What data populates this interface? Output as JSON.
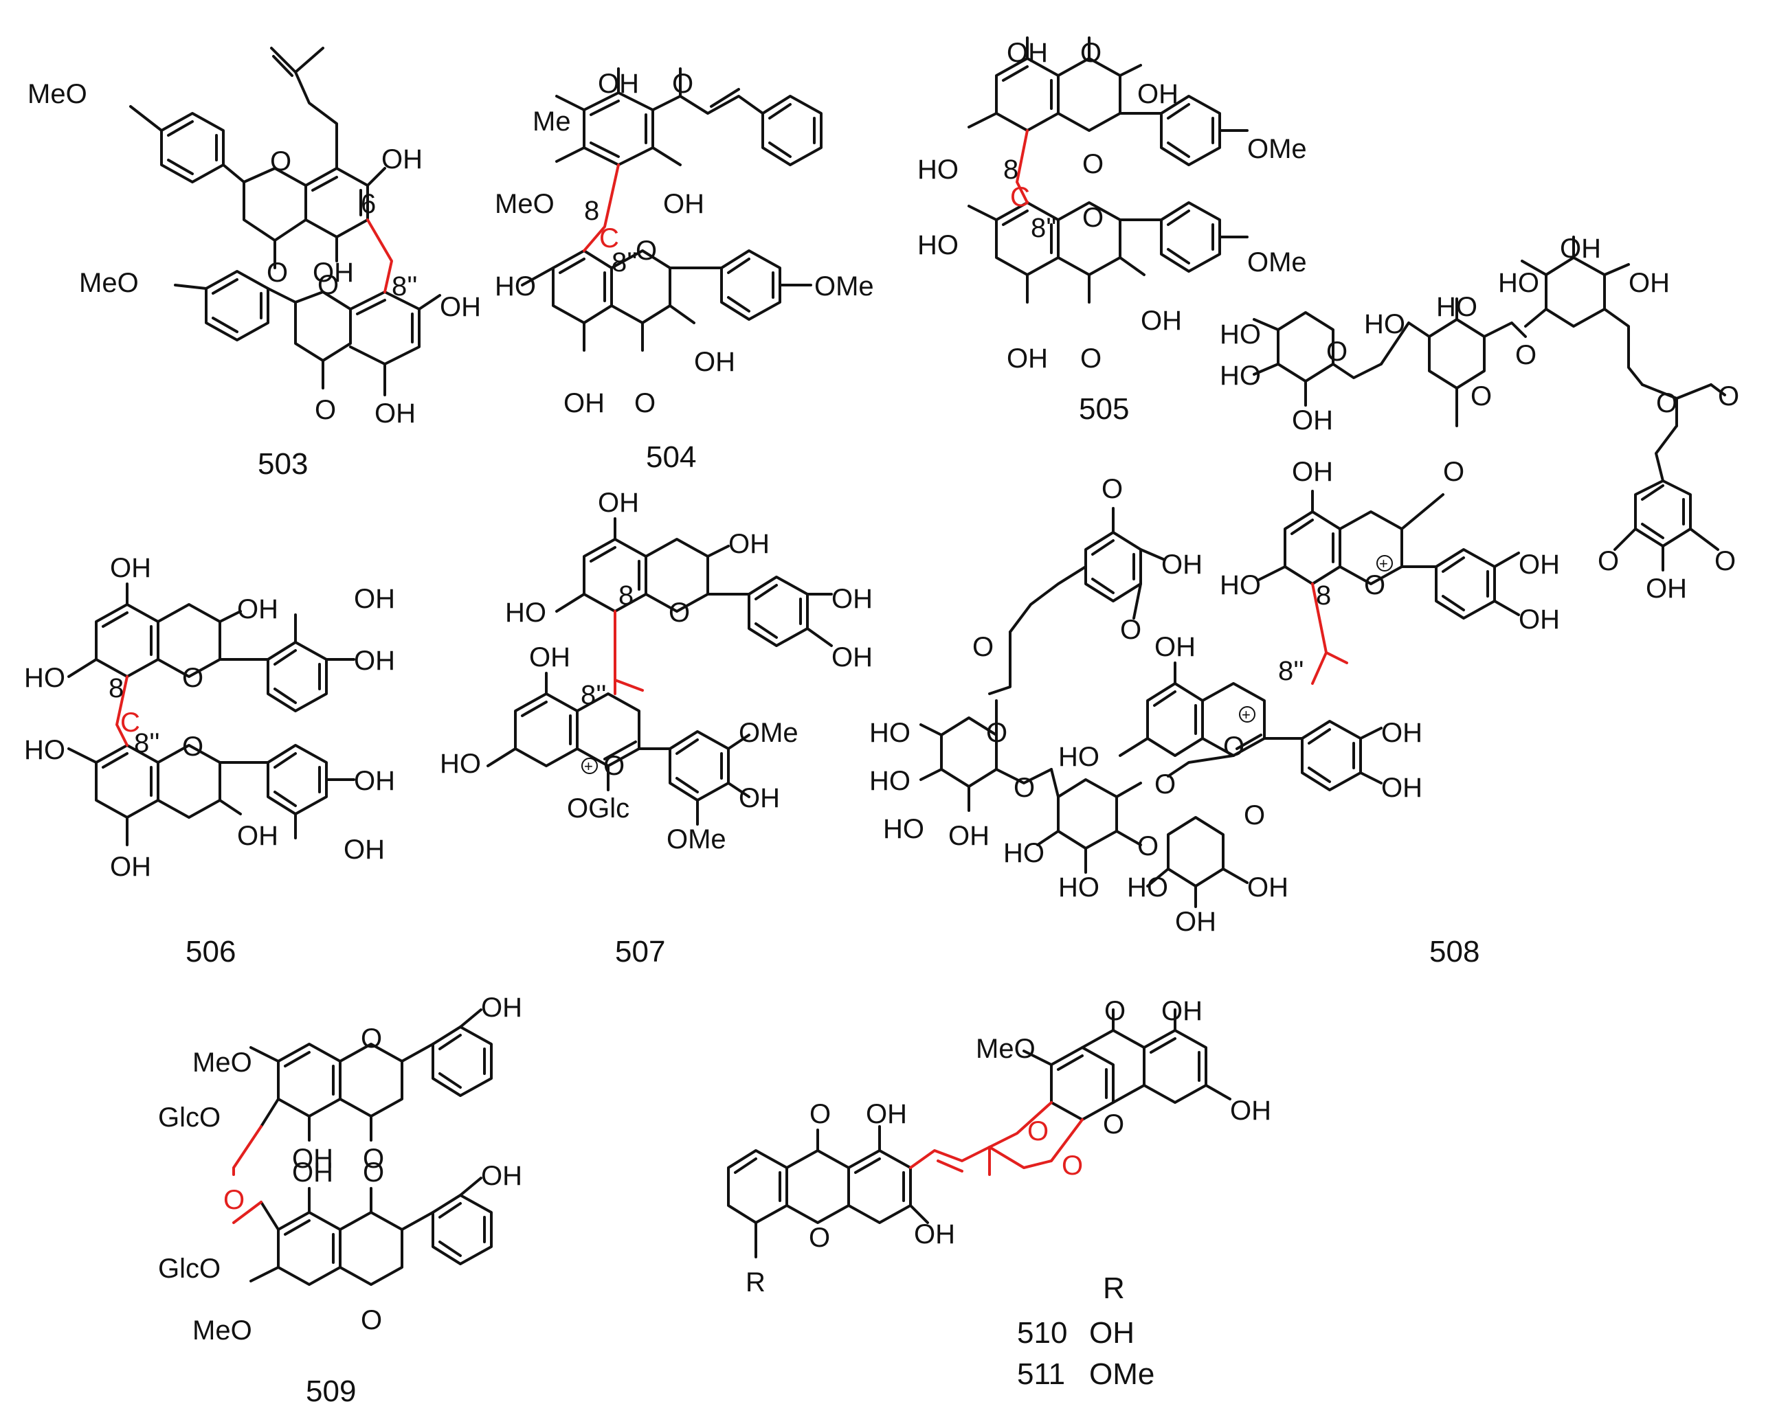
{
  "colors": {
    "ink": "#111111",
    "highlight": "#e3201e",
    "background": "#ffffff"
  },
  "compounds": [
    {
      "id": "503",
      "label": "503",
      "substituents": {
        "ome_a": "MeO",
        "ome_b": "MeO",
        "o1": "O",
        "o2": "O",
        "oh1": "OH",
        "oh2": "OH",
        "oh3": "OH",
        "oh4": "OH",
        "k1": "O",
        "k2": "O",
        "pos6": "6",
        "pos8pp": "8''"
      }
    },
    {
      "id": "504",
      "label": "504",
      "substituents": {
        "me": "Me",
        "meo": "MeO",
        "oh_top": "OH",
        "oh_ring": "OH",
        "ketone": "O",
        "pos8": "8",
        "c": "C",
        "pos8pp": "8''",
        "ho": "HO",
        "ring_o": "O",
        "ome": "OMe",
        "oh3": "OH",
        "oh5": "OH",
        "k4": "O"
      }
    },
    {
      "id": "505",
      "label": "505",
      "substituents": {
        "oh5": "OH",
        "k4": "O",
        "oh3": "OH",
        "ho7": "HO",
        "pos8": "8",
        "ring_o": "O",
        "ome": "OMe",
        "c": "C",
        "pos8pp": "8''",
        "ho7b": "HO",
        "ring_ob": "O",
        "omeb": "OMe",
        "oh3b": "OH",
        "oh5b": "OH",
        "k4b": "O"
      }
    },
    {
      "id": "506",
      "label": "506",
      "substituents": {
        "oh5": "OH",
        "oh3": "OH",
        "oh3p": "OH",
        "oh4p": "OH",
        "ho7": "HO",
        "pos8": "8",
        "ring_o": "O",
        "c": "C",
        "pos8pp": "8''",
        "ho7b": "HO",
        "ring_ob": "O",
        "oh4pb": "OH",
        "oh3b": "OH",
        "oh3pb": "OH",
        "oh5b": "OH"
      }
    },
    {
      "id": "507",
      "label": "507",
      "substituents": {
        "oh5": "OH",
        "oh3": "OH",
        "ho7": "HO",
        "pos8": "8",
        "ring_o": "O",
        "oh3p": "OH",
        "oh4p": "OH",
        "oh_b": "OH",
        "pos8pp": "8''",
        "ho_b": "HO",
        "ring_ob": "O",
        "oglc": "OGlc",
        "ome_a": "OMe",
        "oh4pb": "OH",
        "ome_b": "OMe"
      }
    },
    {
      "id": "508",
      "label": "508",
      "substituents": {
        "oh_s1": "OH",
        "ho_s2": "HO",
        "oh_s3": "OH",
        "ho_p1": "HO",
        "o_p1": "O",
        "ho_p2": "HO",
        "oh_p3": "OH",
        "ho_p4": "HO",
        "ho_g": "HO",
        "oh_g": "OH",
        "o_link": "O",
        "o_ring_g": "O",
        "o_gly": "O",
        "o_ester": "O",
        "o_carbonyl": "O",
        "oh5": "OH",
        "ho7": "HO",
        "pos8": "8",
        "o_pyr": "O",
        "oh3p": "OH",
        "oh4p": "OH",
        "ome_l1": "O",
        "oh_l": "OH",
        "ome_l2": "O",
        "ome_r1": "O",
        "oh_r": "OH",
        "ome_r2": "O",
        "o_est2": "O",
        "oh_b": "OH",
        "pos8pp": "8''",
        "ho_b": "HO",
        "o_pyr_b": "O",
        "oh3pb": "OH",
        "oh4pb": "OH",
        "o_gly_b": "O",
        "ho_q1": "HO",
        "ho_q2": "HO",
        "ho_q3": "HO",
        "oh_q4": "OH",
        "o_q": "O",
        "o_q2": "O",
        "ho_cy": "HO",
        "ho_cy2": "HO",
        "o_cy": "O",
        "o_xy": "O",
        "ho_xy1": "HO",
        "oh_xy2": "OH",
        "oh_xy3": "OH"
      }
    },
    {
      "id": "509",
      "label": "509",
      "substituents": {
        "meo_a": "MeO",
        "ring_o": "O",
        "oh_p": "OH",
        "glco_a": "GlcO",
        "oh5": "OH",
        "k4": "O",
        "o_bridge": "O",
        "oh5b": "OH",
        "k4b": "O",
        "oh_pb": "OH",
        "glco_b": "GlcO",
        "meo_b": "MeO",
        "ring_ob": "O"
      }
    },
    {
      "id": "510",
      "label": "510",
      "substituents": {
        "meo": "MeO",
        "k_top": "O",
        "oh_top": "OH",
        "o_diox1": "O",
        "o_diox2": "O",
        "o_xan": "O",
        "oh_right": "OH",
        "k_left": "O",
        "oh_left": "OH",
        "o_left": "O",
        "oh_bottom": "OH",
        "r": "R"
      }
    }
  ],
  "r_table": {
    "header": "R",
    "rows": [
      {
        "compound": "510",
        "r": "OH"
      },
      {
        "compound": "511",
        "r": "OMe"
      }
    ]
  }
}
